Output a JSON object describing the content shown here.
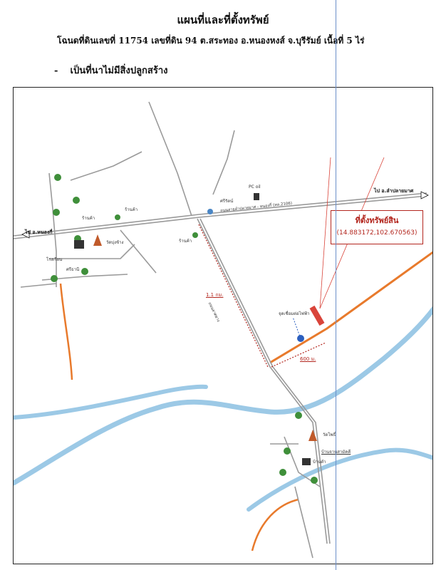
{
  "header": {
    "title": "แผนที่และที่ตั้งทรัพย์",
    "subtitle": "โฉนดที่ดินเลขที่ 11754 เลขที่ดิน 94 ต.สระทอง อ.หนองหงส์ จ.บุรีรัมย์ เนื้อที่ 5 ไร่",
    "bullet": "-",
    "note": "เป็นที่นาไม่มีสิ่งปลูกสร้าง"
  },
  "map": {
    "directions": {
      "left": "ไป อ.หนองกี่",
      "right": "ไป อ.ลำปลายมาศ"
    },
    "road_name": "ถนนสายลำปลายมาศ - หนองกี่ (ทล.2106)",
    "side_road": "ถนนลาดยาง",
    "asset": {
      "label": "ที่ตั้งทรัพย์สิน",
      "coordinates": "(14.883172,102.670563)",
      "color": "#b3261e"
    },
    "distances": {
      "side_road": "1.1 กม.",
      "to_asset": "600 ม."
    },
    "landmarks": {
      "pc_oil": "PC oil",
      "temple_left": "วัดบุ่งช้าง",
      "school_left": "โรงเรียน",
      "village_right": "บ้านจานสามัคคี",
      "temple_right": "วัดโพธิ์",
      "hospital_right": "บ้านดำ",
      "electric_pole": "จุดเชื่อมต่อไฟฟ้า",
      "shop1": "ร้านค้า",
      "shop2": "ร้านค้า",
      "shop3": "ศรีรัตน์",
      "shop4": "ร้านค้า",
      "shop5": "ศรีธานี"
    },
    "colors": {
      "water": "#9cc9e6",
      "road": "#a9a9a9",
      "orange_road": "#e87a2c"
    }
  }
}
